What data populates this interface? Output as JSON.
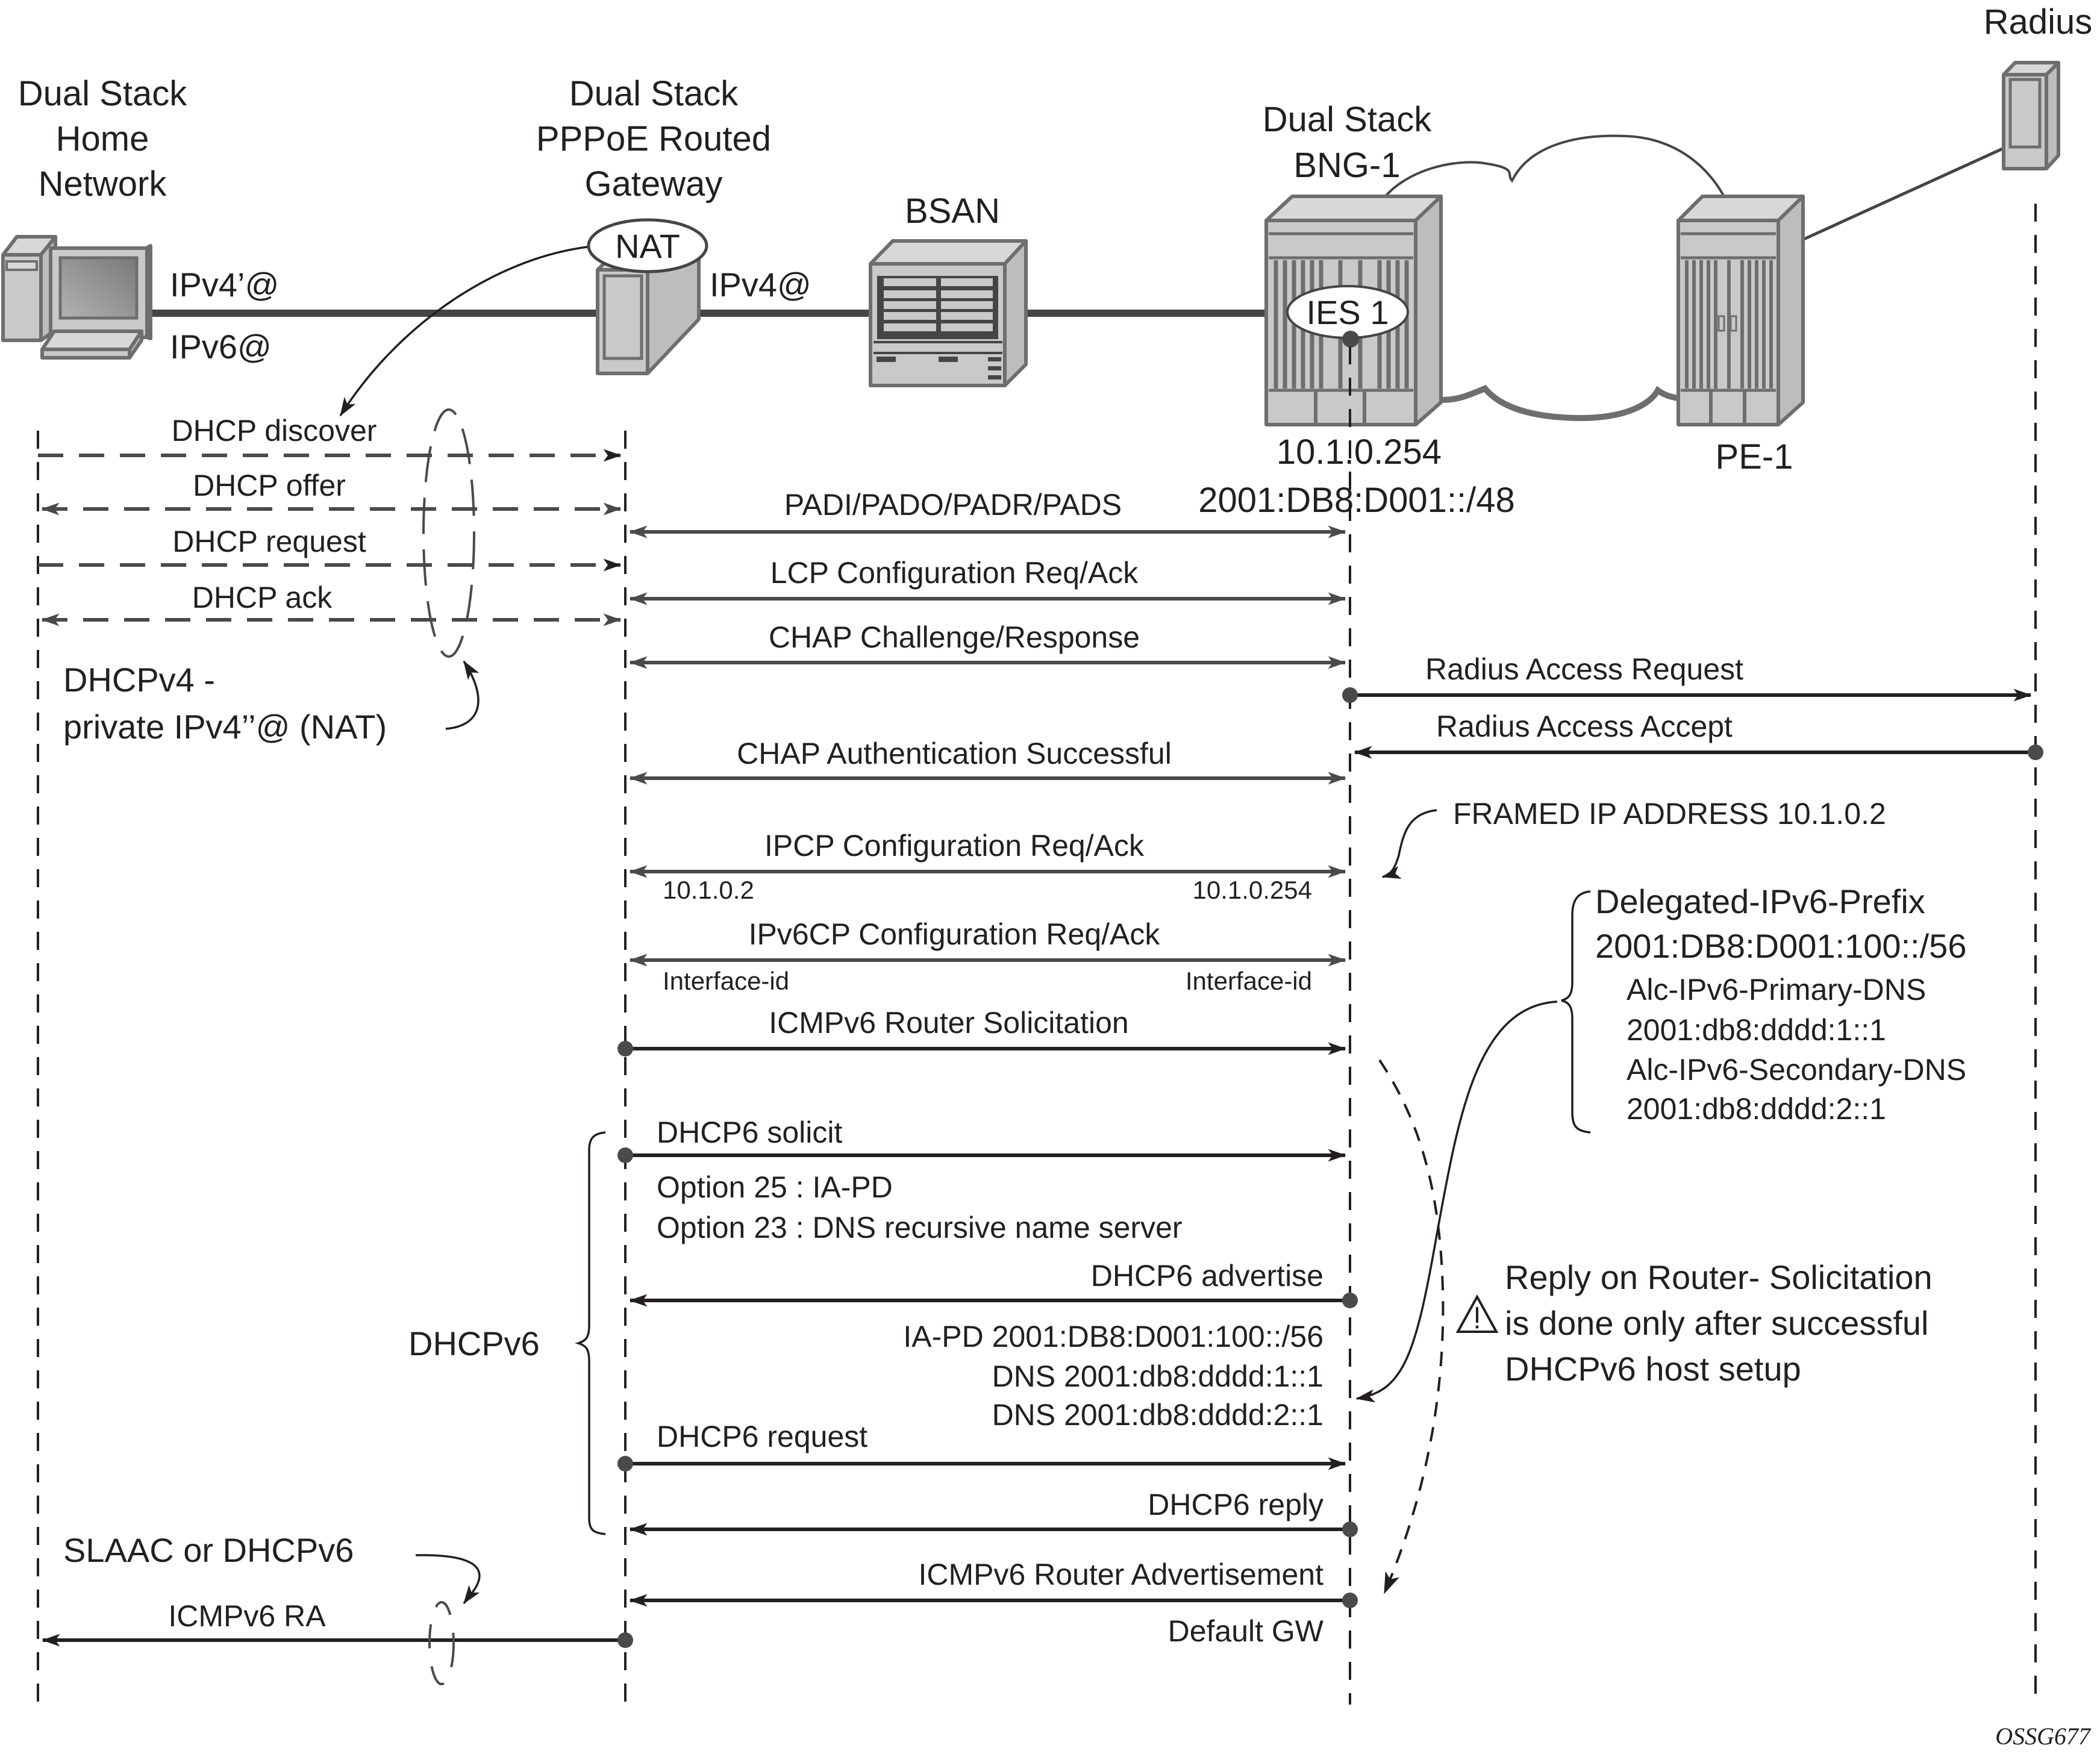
{
  "figure_id": "OSSG677",
  "nodes": {
    "home": {
      "title_lines": [
        "Dual Stack",
        "Home",
        "Network"
      ],
      "ipv4_label": "IPv4’@",
      "ipv6_label": "IPv6@"
    },
    "gateway": {
      "title_lines": [
        "Dual Stack",
        "PPPoE Routed",
        "Gateway"
      ],
      "nat_label": "NAT",
      "ipv4_label": "IPv4@"
    },
    "bsan": {
      "title": "BSAN"
    },
    "bng": {
      "title_lines": [
        "Dual Stack",
        "BNG-1"
      ],
      "service_label": "IES 1",
      "ipv4": "10.1.0.254",
      "ipv6_prefix": "2001:DB8:D001::/48"
    },
    "pe": {
      "title": "PE-1"
    },
    "radius": {
      "title": "Radius"
    }
  },
  "messages": {
    "dhcp_discover": "DHCP discover",
    "dhcp_offer": "DHCP offer",
    "dhcp_request": "DHCP request",
    "dhcp_ack": "DHCP ack",
    "padi": "PADI/PADO/PADR/PADS",
    "lcp": "LCP Configuration Req/Ack",
    "chap_challenge": "CHAP  Challenge/Response",
    "radius_request": "Radius Access Request",
    "radius_accept": "Radius Access Accept",
    "chap_success": "CHAP Authentication Successful",
    "ipcp": "IPCP  Configuration Req/Ack",
    "ipcp_left": "10.1.0.2",
    "ipcp_right": "10.1.0.254",
    "ipv6cp": "IPv6CP Configuration Req/Ack",
    "ipv6cp_left": "Interface-id",
    "ipv6cp_right": "Interface-id",
    "icmpv6_rs": "ICMPv6 Router Solicitation",
    "dhcp6_solicit": "DHCP6  solicit",
    "option25": "Option 25 : IA-PD",
    "option23": "Option 23 : DNS recursive name server",
    "dhcp6_advertise": "DHCP6 advertise",
    "adv_iapd": "IA-PD   2001:DB8:D001:100::/56",
    "adv_dns1": "DNS   2001:db8:dddd:1::1",
    "adv_dns2": "DNS   2001:db8:dddd:2::1",
    "dhcp6_request": "DHCP6  request",
    "dhcp6_reply": "DHCP6  reply",
    "icmpv6_ra": "ICMPv6 Router Advertisement",
    "default_gw": "Default GW",
    "icmpv6_ra_home": "ICMPv6 RA"
  },
  "annotations": {
    "dhcpv4_lines": [
      "DHCPv4 -",
      "private IPv4’’@ (NAT)"
    ],
    "framed_ip": "FRAMED IP ADDRESS  10.1.0.2",
    "radius_attrs": {
      "delegated_label": "Delegated-IPv6-Prefix",
      "delegated_value": "2001:DB8:D001:100::/56",
      "primary_dns_label": "Alc-IPv6-Primary-DNS",
      "primary_dns_value": "2001:db8:dddd:1::1",
      "secondary_dns_label": "Alc-IPv6-Secondary-DNS",
      "secondary_dns_value": "2001:db8:dddd:2::1"
    },
    "dhcpv6_group": "DHCPv6",
    "warning_lines": [
      "Reply on Router- Solicitation",
      "is done only after successful",
      "DHCPv6 host setup"
    ],
    "warning_icon": "warning-triangle-icon",
    "slaac": "SLAAC or DHCPv6"
  }
}
